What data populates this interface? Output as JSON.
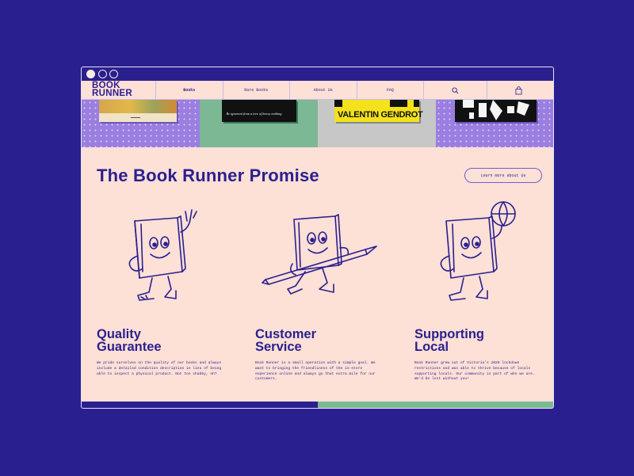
{
  "window": {
    "controls": [
      "close-dot",
      "minimize-dot",
      "maximize-dot"
    ]
  },
  "nav": {
    "logo_line1": "BOOK",
    "logo_line2": "RUNNER",
    "items": [
      {
        "label": "Books"
      },
      {
        "label": "Rare Books"
      },
      {
        "label": "About Us"
      },
      {
        "label": "FAQ"
      }
    ],
    "icons": [
      "search-icon",
      "shopping-bag-icon"
    ]
  },
  "book_strip": {
    "book2_text": "Be ignorant from a tree of heavy nothing",
    "book3_text": "VALENTIN GENDROT"
  },
  "promise": {
    "heading": "The Book Runner Promise",
    "learn_more": "Learn more about Us"
  },
  "columns": [
    {
      "title": "Quality\nGuarantee",
      "text": "We pride ourselves on the quality of our books and always include a detailed condition description in lieu of being able to inspect a physical product. Not too shabby, eh?"
    },
    {
      "title": "Customer\nService",
      "text": "Book Runner is a small operation with a simple goal. We want to bringing the friendliness of the in-store experience online and always go that extra mile for our customers."
    },
    {
      "title": "Supporting\nLocal",
      "text": "Book Runner grew out of Victoria's 2020 lockdown restrictions and was able to thrive because of locals supporting locals. Our community is part of who we are. We'd be lost without you!"
    }
  ],
  "colors": {
    "navy": "#2a1f8f",
    "peach": "#fde0d6",
    "lavender": "#9a7ee0",
    "green": "#7db895",
    "grey": "#c7c7c7"
  }
}
